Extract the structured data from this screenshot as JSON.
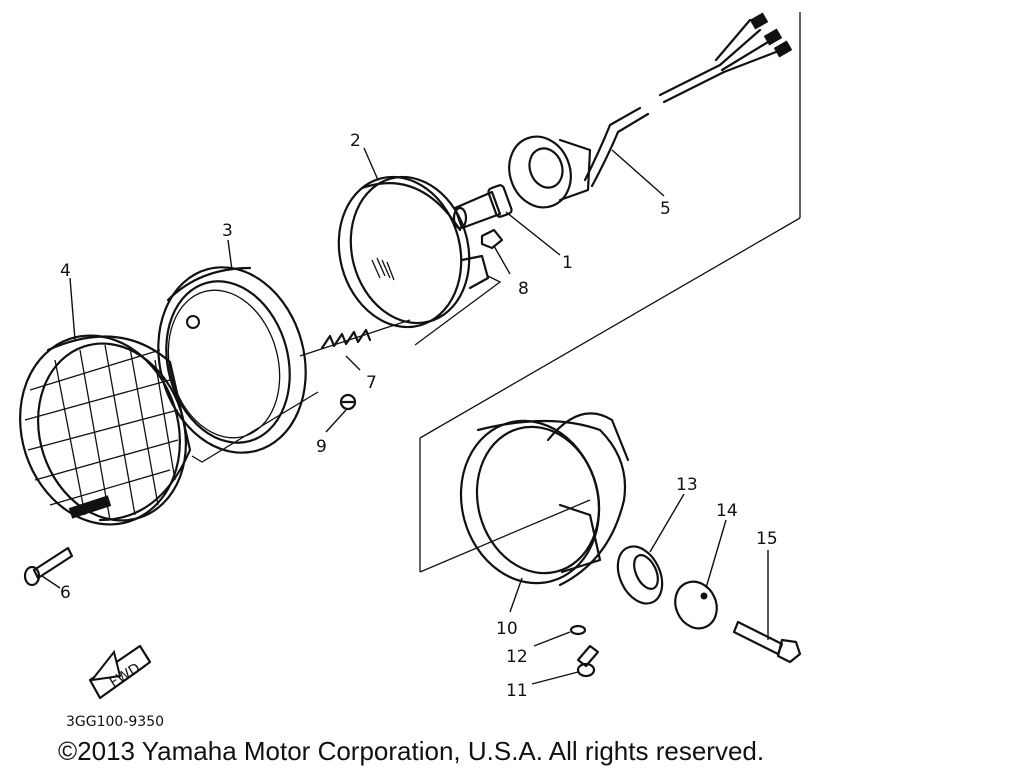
{
  "diagram": {
    "callouts": {
      "c1": "1",
      "c2": "2",
      "c3": "3",
      "c4": "4",
      "c5": "5",
      "c6": "6",
      "c7": "7",
      "c8": "8",
      "c9": "9",
      "c10": "10",
      "c11": "11",
      "c12": "12",
      "c13": "13",
      "c14": "14",
      "c15": "15"
    },
    "direction_label": "FWD",
    "part_code": "3GG100-9350"
  },
  "footer": {
    "copyright": "©2013 Yamaha Motor Corporation, U.S.A. All rights reserved."
  }
}
